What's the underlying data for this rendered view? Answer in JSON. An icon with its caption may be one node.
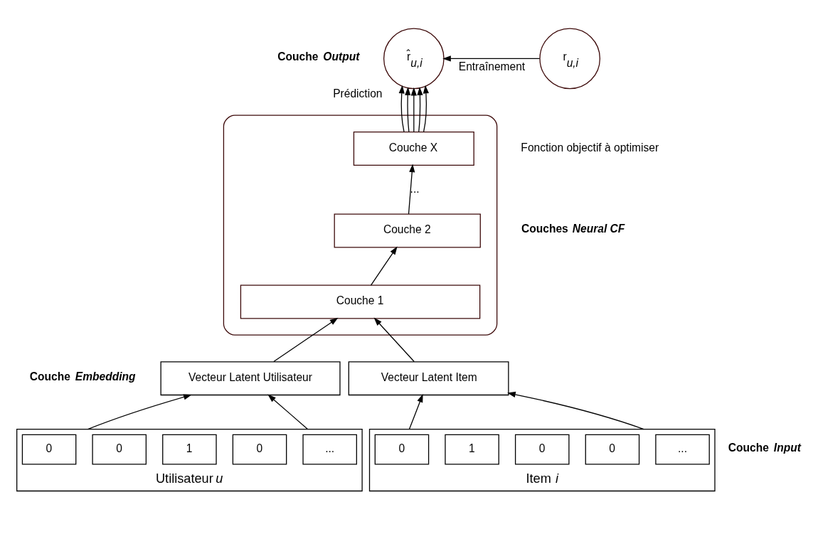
{
  "diagram": {
    "nodes": [
      {
        "text": [
          "r̂$_{u,i}$"
        ],
        "beside": [
          "Prédiction"
        ]
      },
      {
        "text": [
          "r$_{u,i}$"
        ]
      },
      {
        "text": [],
        "shape": "box"
      },
      {
        "text": [
          "Couche X"
        ],
        "in": 2
      },
      {
        "text": [
          "Couche 2"
        ],
        "in": 2
      },
      {
        "text": [
          "Couche 1"
        ],
        "in": 2
      },
      {
        "text": [
          "Vecteur Latent Utilisateur"
        ]
      },
      {
        "text": [
          "Vecteur Latent Item"
        ]
      },
      {
        "text": [],
        "shape": "box",
        "beside": [
          "Utilisateur *u*"
        ]
      },
      {
        "text": [
          "0"
        ],
        "in": 8
      },
      {
        "text": [
          "0"
        ],
        "in": 8
      },
      {
        "text": [
          "1"
        ],
        "in": 8
      },
      {
        "text": [
          "0"
        ],
        "in": 8
      },
      {
        "text": [
          "..."
        ],
        "in": 8
      },
      {
        "text": [],
        "shape": "box",
        "beside": [
          "Item *i*"
        ]
      },
      {
        "text": [
          "0"
        ],
        "in": 14
      },
      {
        "text": [
          "1"
        ],
        "in": 14
      },
      {
        "text": [
          "0"
        ],
        "in": 14
      },
      {
        "text": [
          "0"
        ],
        "in": 14
      },
      {
        "text": [
          "..."
        ],
        "in": 14
      }
    ],
    "edges": [
      {
        "from": 1,
        "to": 0,
        "arrow": "to",
        "label": "Entraînement"
      },
      {
        "from": 3,
        "to": 0,
        "arrow": "to"
      },
      {
        "from": 3,
        "to": 0,
        "arrow": "to"
      },
      {
        "from": 3,
        "to": 0,
        "arrow": "to"
      },
      {
        "from": 3,
        "to": 0,
        "arrow": "to"
      },
      {
        "from": 3,
        "to": 0,
        "arrow": "to"
      },
      {
        "from": 4,
        "to": 3,
        "arrow": "to",
        "label": "..."
      },
      {
        "from": 5,
        "to": 4,
        "arrow": "to"
      },
      {
        "from": 6,
        "to": 5,
        "arrow": "to"
      },
      {
        "from": 7,
        "to": 5,
        "arrow": "to"
      },
      {
        "from": 8,
        "to": 6,
        "arrow": "to"
      },
      {
        "from": 8,
        "to": 6,
        "arrow": "to"
      },
      {
        "from": 14,
        "to": 7,
        "arrow": "to"
      },
      {
        "from": 14,
        "to": 7,
        "arrow": "to"
      }
    ],
    "labels": [
      "Fonction objectif à optimiser",
      "Couche *Output*",
      "Couches *Neural CF*",
      "Couche *Embedding*",
      "Couche *Input*"
    ]
  }
}
